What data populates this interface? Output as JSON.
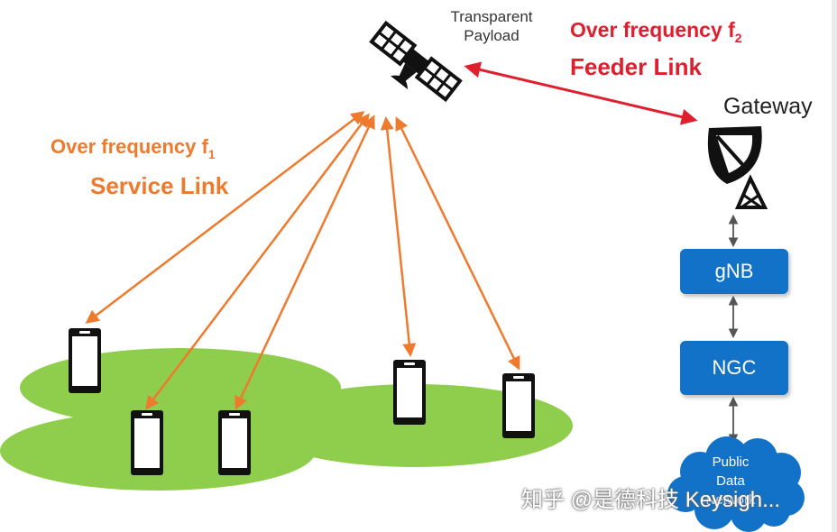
{
  "satellite": {
    "label_line1": "Transparent",
    "label_line2": "Payload"
  },
  "feeder": {
    "line1_text": "Over frequency f",
    "line1_sub": "2",
    "line2": "Feeder Link"
  },
  "service": {
    "line1_text": "Over frequency f",
    "line1_sub": "1",
    "line2": "Service Link"
  },
  "gateway": {
    "label": "Gateway"
  },
  "nodes": {
    "gnb": "gNB",
    "ngc": "NGC"
  },
  "public_data_network": {
    "line1": "Public",
    "line2": "Data",
    "line3": "Network"
  },
  "watermark": "知乎 @是德科技 Keysigh...",
  "colors": {
    "feeder_link": "#e01e2d",
    "service_link": "#ee7a2e",
    "coverage_area": "#8fcd4c",
    "core_node": "#1272c8",
    "device": "#111111"
  }
}
